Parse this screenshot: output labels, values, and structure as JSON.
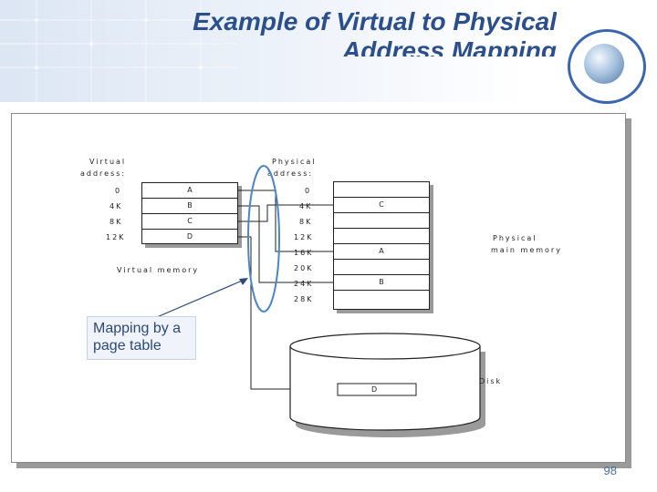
{
  "slide": {
    "title": "Example of Virtual to Physical Address Mapping",
    "page_number": "98",
    "callout": "Mapping by a page table"
  },
  "diagram": {
    "virtual_address_label": [
      "Virtual",
      "address:"
    ],
    "physical_address_label": [
      "Physical",
      "address:"
    ],
    "virtual_addresses": [
      "0",
      "4K",
      "8K",
      "12K"
    ],
    "virtual_pages": [
      "A",
      "B",
      "C",
      "D"
    ],
    "virtual_memory_label": "Virtual memory",
    "physical_addresses": [
      "0",
      "4K",
      "8K",
      "12K",
      "16K",
      "20K",
      "24K",
      "28K"
    ],
    "physical_frames": [
      "",
      "C",
      "",
      "",
      "A",
      "",
      "B",
      ""
    ],
    "physical_memory_label": [
      "Physical",
      "main memory"
    ],
    "disk_label": "Disk",
    "disk_page": "D"
  }
}
